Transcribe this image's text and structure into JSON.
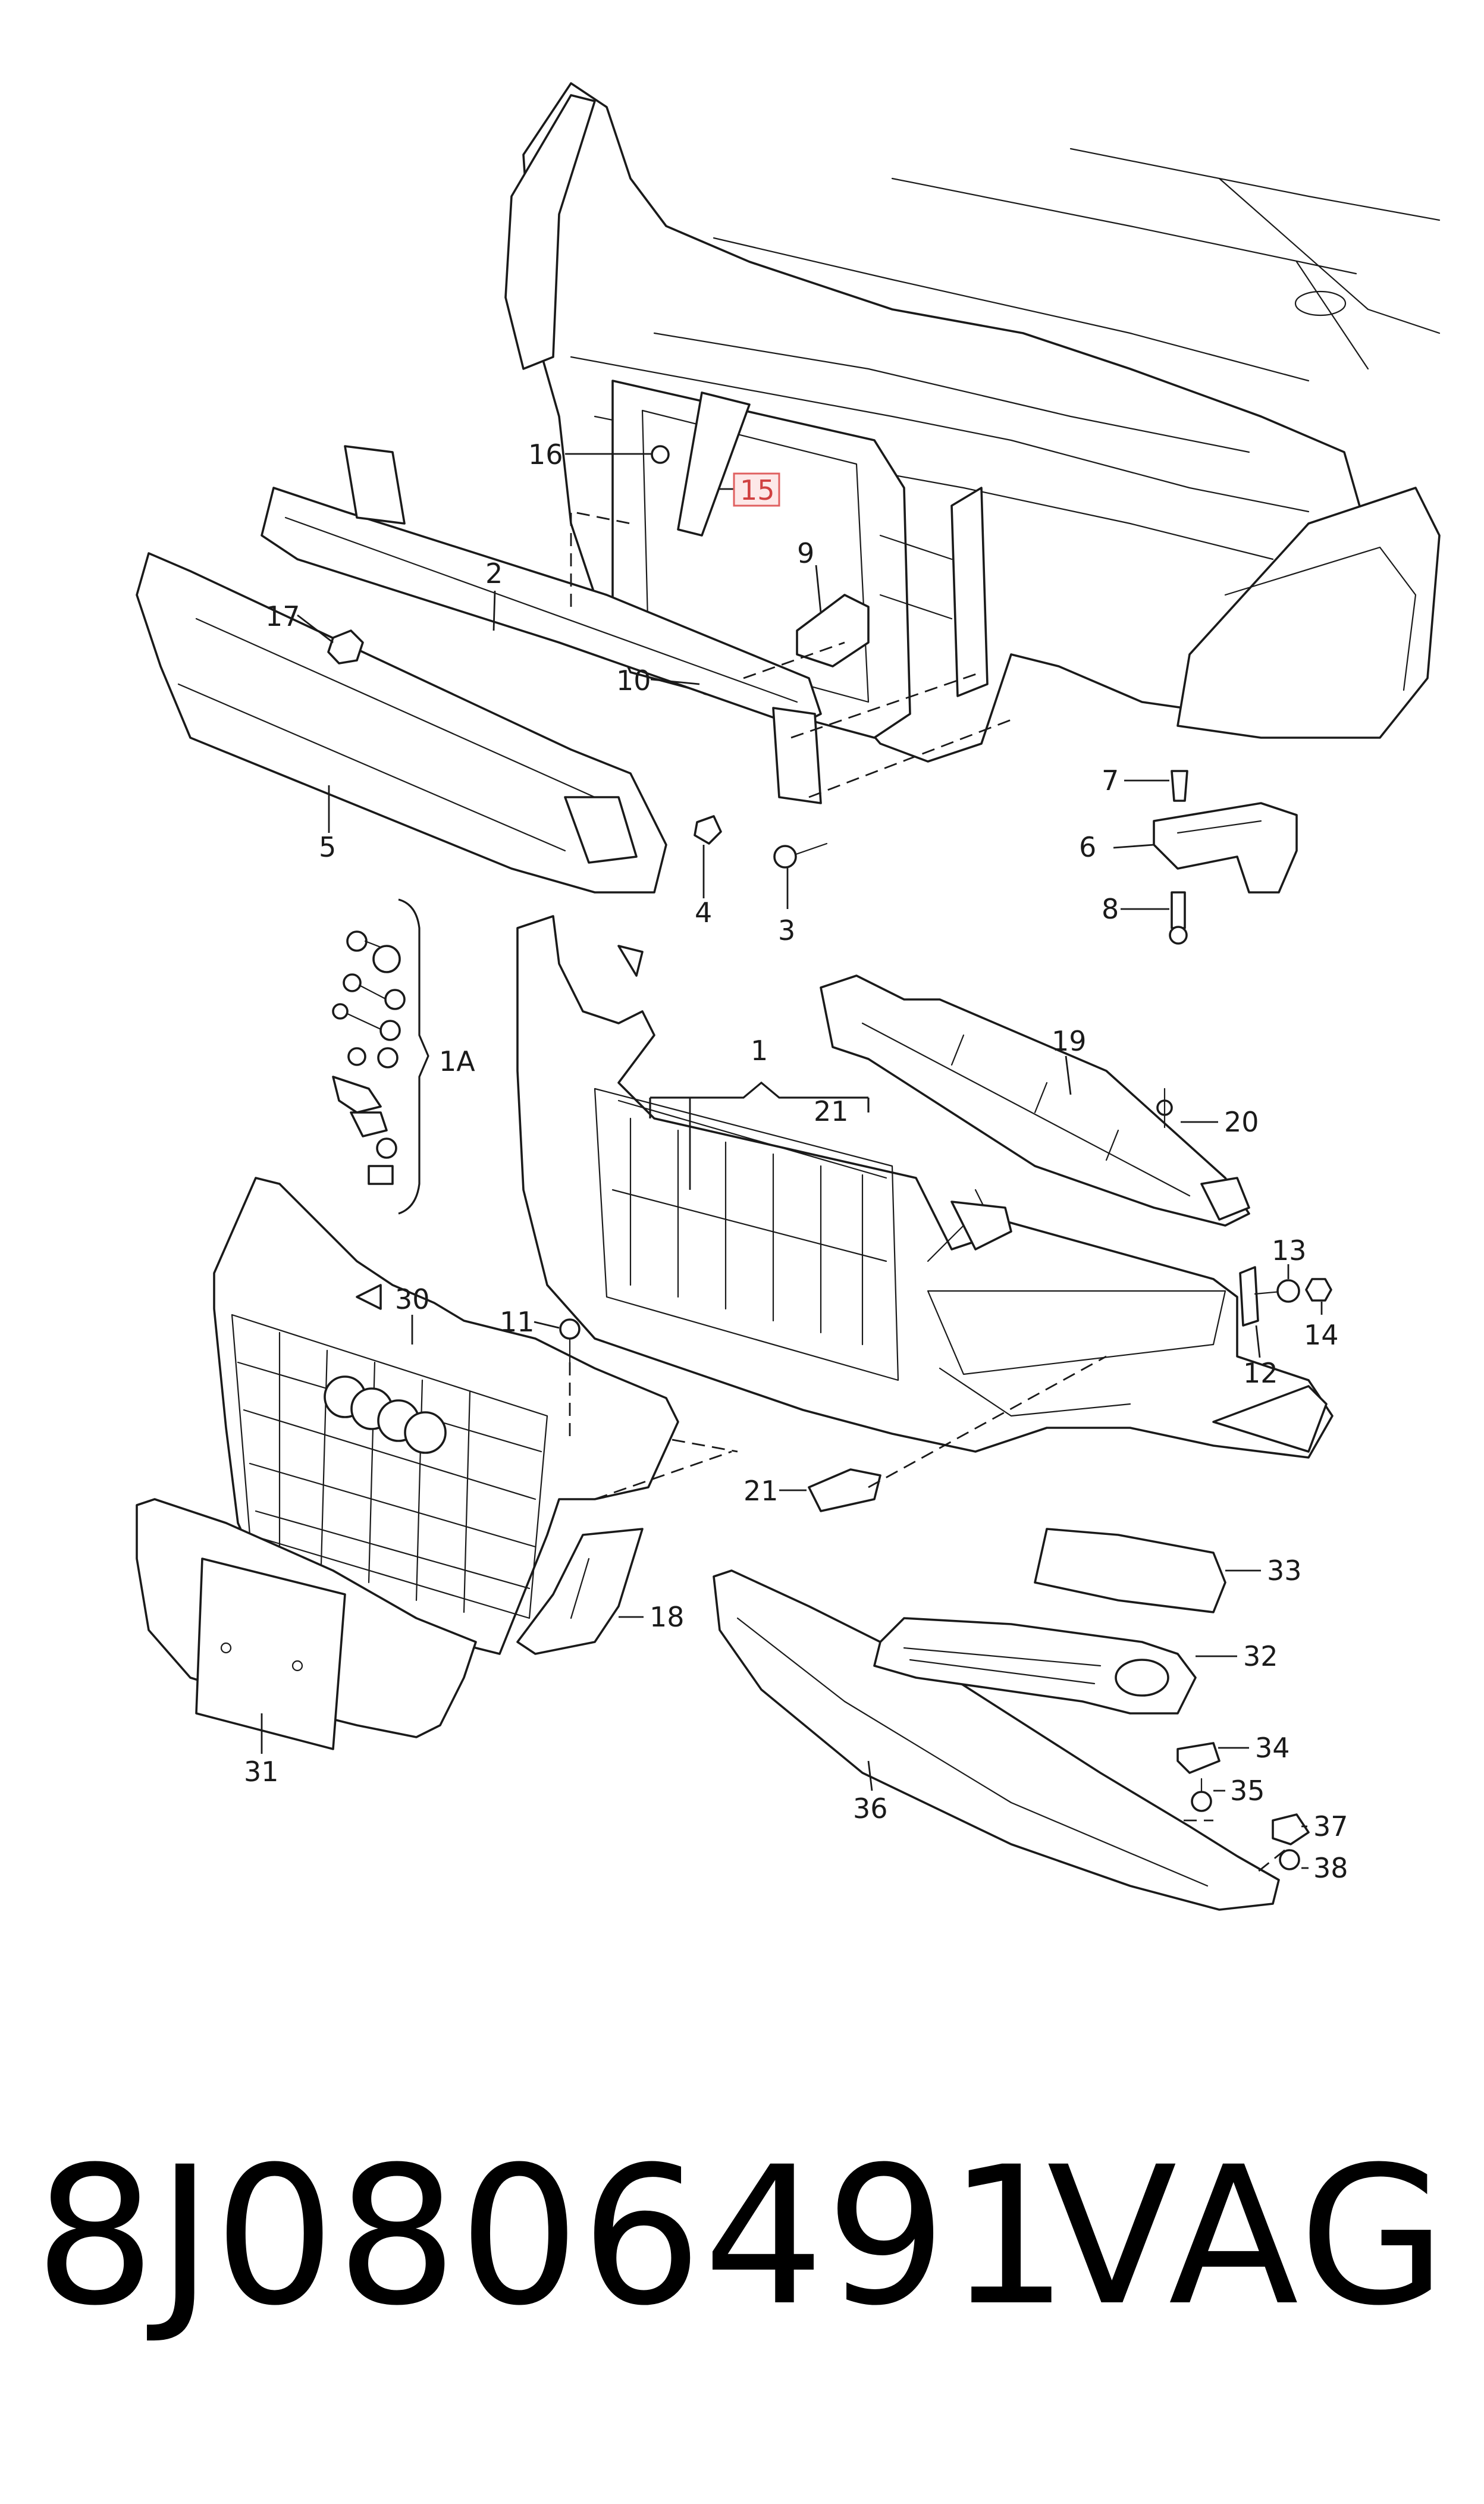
{
  "callouts": {
    "c1": "1",
    "c1A": "1A",
    "c2": "2",
    "c3": "3",
    "c4": "4",
    "c5": "5",
    "c6": "6",
    "c7": "7",
    "c8": "8",
    "c9": "9",
    "c10": "10",
    "c11": "11",
    "c12": "12",
    "c13": "13",
    "c14": "14",
    "c15": "15",
    "c16": "16",
    "c17": "17",
    "c18": "18",
    "c19": "19",
    "c20": "20",
    "c21a": "21",
    "c21b": "21",
    "c30": "30",
    "c31": "31",
    "c32": "32",
    "c33": "33",
    "c34": "34",
    "c35": "35",
    "c36": "36",
    "c37": "37",
    "c38": "38"
  },
  "highlighted_callout": "15",
  "footer": {
    "part_number": "8J0806491",
    "brand": "VAG"
  }
}
